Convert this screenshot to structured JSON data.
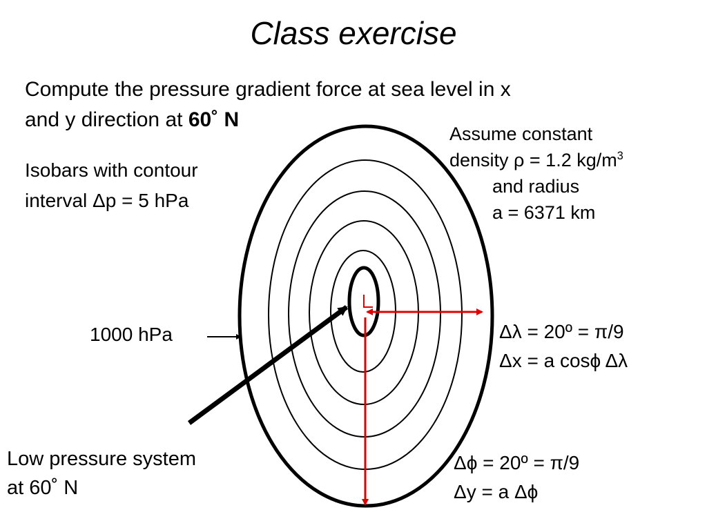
{
  "title": "Class exercise",
  "task": {
    "line1": "Compute the pressure gradient force at sea level in x",
    "line2_prefix": "and y direction at ",
    "line2_bold": "60˚ N"
  },
  "assumptions": {
    "line1": "Assume constant",
    "line2": "density ρ = 1.2 kg/m",
    "line2_sup": "3",
    "line3": "and radius",
    "line4": "a = 6371 km"
  },
  "isobar_note": {
    "line1": "Isobars with contour",
    "line2": "interval Δp = 5 hPa"
  },
  "center_label": "1000 hPa",
  "low_label": {
    "line1": "Low pressure system",
    "line2": "at 60˚ N"
  },
  "x_formulas": {
    "line1": "Δλ = 20º = π/9",
    "line2": "Δx = a cosϕ Δλ"
  },
  "y_formulas": {
    "line1": "Δϕ = 20º = π/9",
    "line2": "Δy = a Δϕ"
  },
  "colors": {
    "lines": "#000000",
    "arrows": "#e00000"
  },
  "isobar_count": 6
}
